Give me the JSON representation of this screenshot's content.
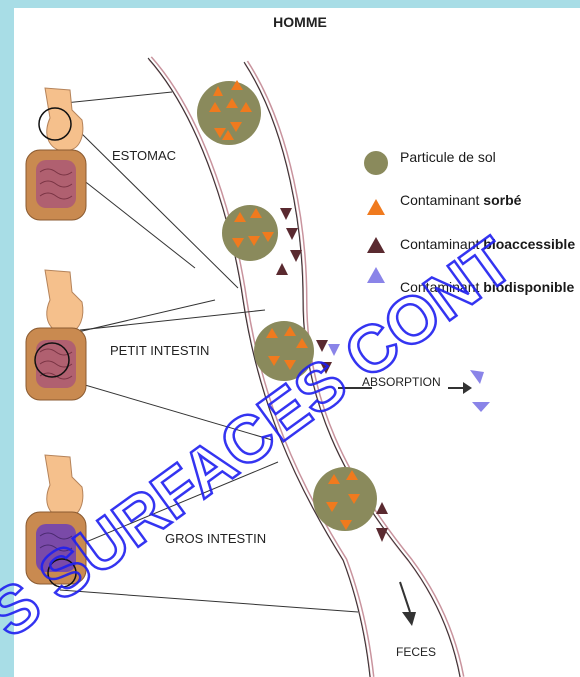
{
  "title": "HOMME",
  "organs": {
    "stomach": "ESTOMAC",
    "small_intestine": "PETIT INTESTIN",
    "large_intestine": "GROS INTESTIN"
  },
  "flow": {
    "absorption": "ABSORPTION",
    "feces": "FECES"
  },
  "legend": {
    "soil_particle": "Particule de sol",
    "sorbed_prefix": "Contaminant ",
    "sorbed_bold": "sorbé",
    "bioaccessible_prefix": "Contaminant ",
    "bioaccessible_bold": "bioaccessible",
    "biodisponible_prefix": "Contaminant ",
    "biodisponible_bold": "biodisponible"
  },
  "watermark": "S SURFACES CONT",
  "colors": {
    "frame": "#a8dde6",
    "soil_particle": "#8a8a5c",
    "sorbed": "#f07a1e",
    "bioaccessible": "#5a2a30",
    "biodisponible": "#8a84e8",
    "watermark": "#1f1ff0",
    "tube": "#c9949e"
  }
}
